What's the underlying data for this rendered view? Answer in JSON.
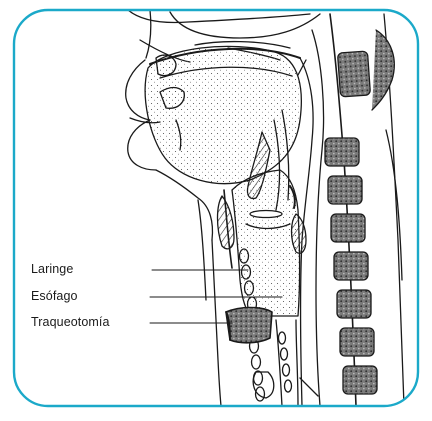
{
  "colors": {
    "frame_border": "#1ba9c9",
    "ink": "#1a1a1a",
    "background": "#ffffff",
    "vertebra_fill": "#5b5b5b",
    "cartilage_fill": "#2b2b2b"
  },
  "labels": {
    "larynx": "Laringe",
    "esophagus": "Esófago",
    "tracheotomy": "Traqueotomía"
  }
}
